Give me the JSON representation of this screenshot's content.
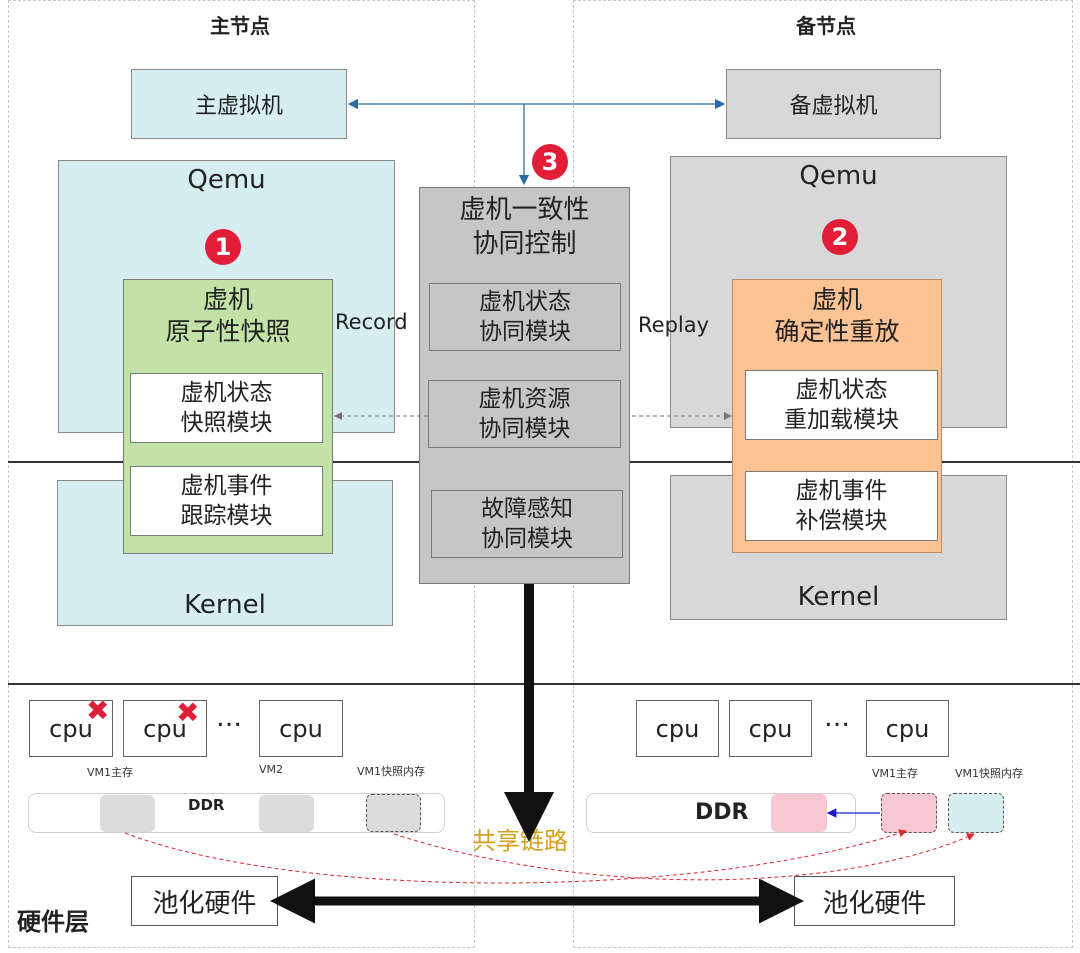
{
  "primary": {
    "title": "主节点",
    "vm": "主虚拟机",
    "qemu": "Qemu",
    "kernel": "Kernel",
    "badge": "1",
    "module": {
      "title_line1": "虚机",
      "title_line2": "原子性快照",
      "sub1_line1": "虚机状态",
      "sub1_line2": "快照模块",
      "sub2_line1": "虚机事件",
      "sub2_line2": "跟踪模块"
    },
    "edge_label": "Record",
    "cpus": [
      "cpu",
      "cpu",
      "cpu"
    ],
    "ellipsis": "…",
    "mem_labels": [
      "VM1主存",
      "VM2",
      "VM1快照内存"
    ],
    "ddr": "DDR"
  },
  "backup": {
    "title": "备节点",
    "vm": "备虚拟机",
    "qemu": "Qemu",
    "kernel": "Kernel",
    "badge": "2",
    "module": {
      "title_line1": "虚机",
      "title_line2": "确定性重放",
      "sub1_line1": "虚机状态",
      "sub1_line2": "重加载模块",
      "sub2_line1": "虚机事件",
      "sub2_line2": "补偿模块"
    },
    "edge_label": "Replay",
    "cpus": [
      "cpu",
      "cpu",
      "cpu"
    ],
    "ellipsis": "…",
    "mem_labels": [
      "VM1主存",
      "VM1快照内存"
    ],
    "ddr": "DDR"
  },
  "coord": {
    "badge": "3",
    "title_line1": "虚机一致性",
    "title_line2": "协同控制",
    "m1_line1": "虚机状态",
    "m1_line2": "协同模块",
    "m2_line1": "虚机资源",
    "m2_line2": "协同模块",
    "m3_line1": "故障感知",
    "m3_line2": "协同模块"
  },
  "hardware": {
    "layer_label": "硬件层",
    "shared_link": "共享链路",
    "pool_left": "池化硬件",
    "pool_right": "池化硬件"
  },
  "colors": {
    "primary_fill": "#d6eef2",
    "snapshot_fill": "#c3e2a8",
    "backup_fill": "#d8d8d8",
    "replay_fill": "#fbc293",
    "coord_fill": "#c6c6c6",
    "badge": "#e11d38",
    "shared_link_text": "#d5a11b",
    "red_dash": "#e0262b",
    "mem_pink": "#f8c8d2",
    "mem_cyan": "#d6eef2",
    "mem_gray": "#dcdcdc"
  }
}
